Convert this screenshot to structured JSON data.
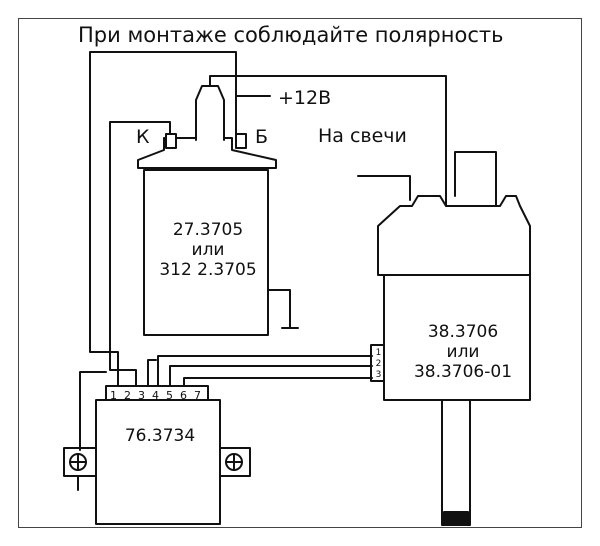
{
  "title": "При монтаже соблюдайте полярность",
  "plus12v": "+12В",
  "coil": {
    "terminal_k": "К",
    "terminal_b": "Б",
    "part_line1": "27.3705",
    "part_or": "или",
    "part_line2": "312 2.3705"
  },
  "to_plugs": "На свечи",
  "distributor": {
    "part_line1": "38.3706",
    "part_or": "или",
    "part_line2": "38.3706-01",
    "pins": [
      "1",
      "2",
      "3"
    ]
  },
  "switch_unit": {
    "part": "76.3734",
    "pins": [
      "1",
      "2",
      "3",
      "4",
      "5",
      "6",
      "7"
    ]
  }
}
